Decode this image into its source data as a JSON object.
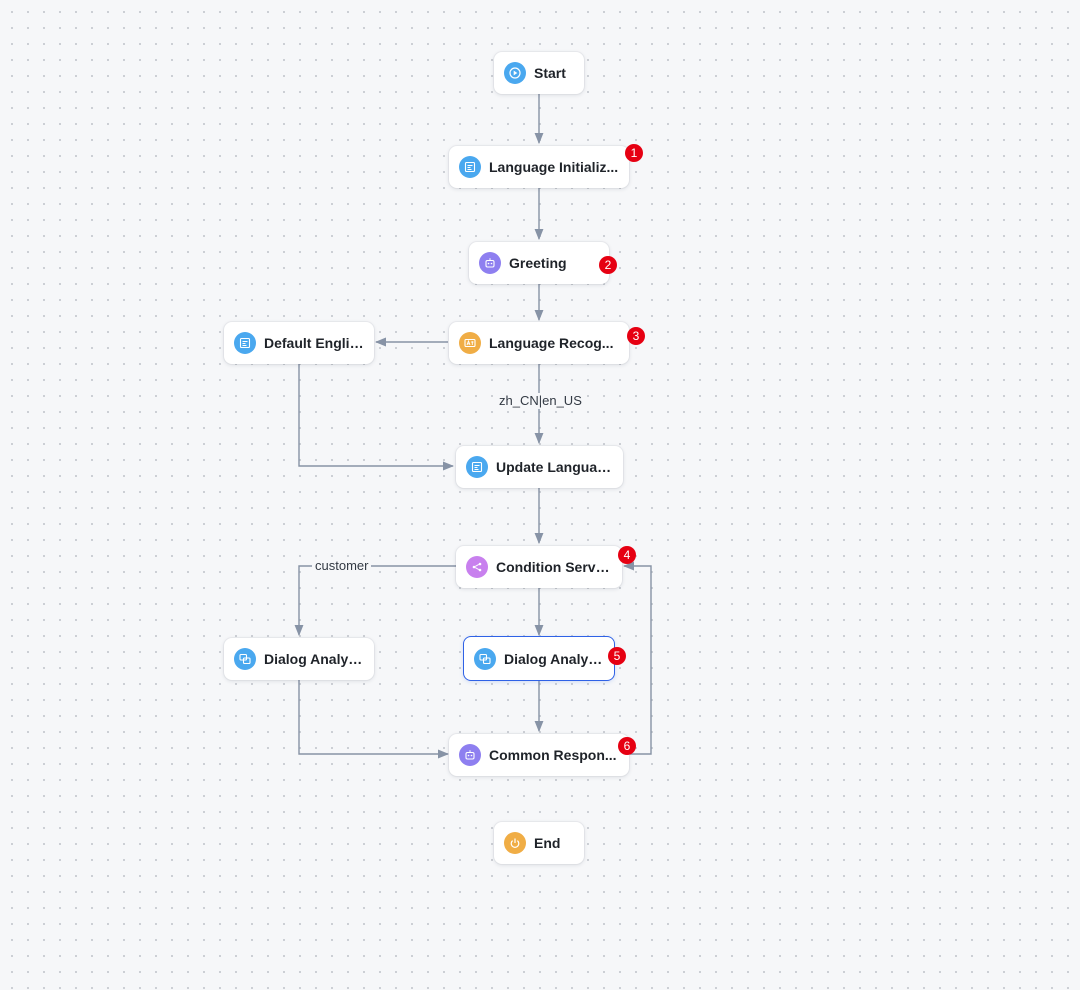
{
  "flow": {
    "nodes": {
      "start": {
        "label": "Start",
        "icon": "play-icon",
        "color": "#4aa8ef"
      },
      "lang_init": {
        "label": "Language Initializ...",
        "icon": "form-icon",
        "color": "#4aa8ef",
        "badge": "1"
      },
      "greeting": {
        "label": "Greeting",
        "icon": "robot-icon",
        "color": "#8e7ff0",
        "badge": "2"
      },
      "lang_recog": {
        "label": "Language Recog...",
        "icon": "translate-icon",
        "color": "#f0ad45",
        "badge": "3"
      },
      "default_english": {
        "label": "Default English",
        "icon": "form-icon",
        "color": "#4aa8ef"
      },
      "update_language": {
        "label": "Update Language",
        "icon": "form-icon",
        "color": "#4aa8ef"
      },
      "condition_service": {
        "label": "Condition Service",
        "icon": "branch-icon",
        "color": "#c880ee",
        "badge": "4"
      },
      "dialog_analysis_left": {
        "label": "Dialog Analysis",
        "icon": "dialog-icon",
        "color": "#4aa8ef"
      },
      "dialog_analysis_main": {
        "label": "Dialog Analysis",
        "icon": "dialog-icon",
        "color": "#4aa8ef",
        "badge": "5",
        "selected": true
      },
      "common_response": {
        "label": "Common Respon...",
        "icon": "robot-icon",
        "color": "#8e7ff0",
        "badge": "6"
      },
      "end": {
        "label": "End",
        "icon": "power-icon",
        "color": "#f0ad45"
      }
    },
    "edge_labels": {
      "recog_to_update": "zh_CN|en_US",
      "condition_to_left": "customer"
    },
    "colors": {
      "edge": "#8793a6",
      "badge": "#e60012",
      "selected_border": "#2f62e6"
    }
  }
}
